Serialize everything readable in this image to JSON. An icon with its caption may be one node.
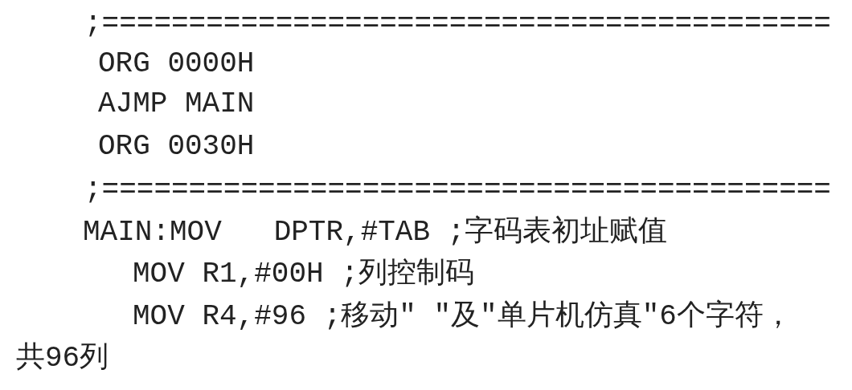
{
  "diagram": {
    "labels": [
      ";==========================================",
      "ORG 0000H",
      "AJMP MAIN",
      "ORG 0030H",
      ";==========================================",
      "MAIN:MOV   DPTR,#TAB ;字码表初址赋值",
      "MOV R1,#00H ;列控制码",
      "MOV R4,#96 ;移动\" \"及\"单片机仿真\"6个字符，共96列"
    ]
  }
}
